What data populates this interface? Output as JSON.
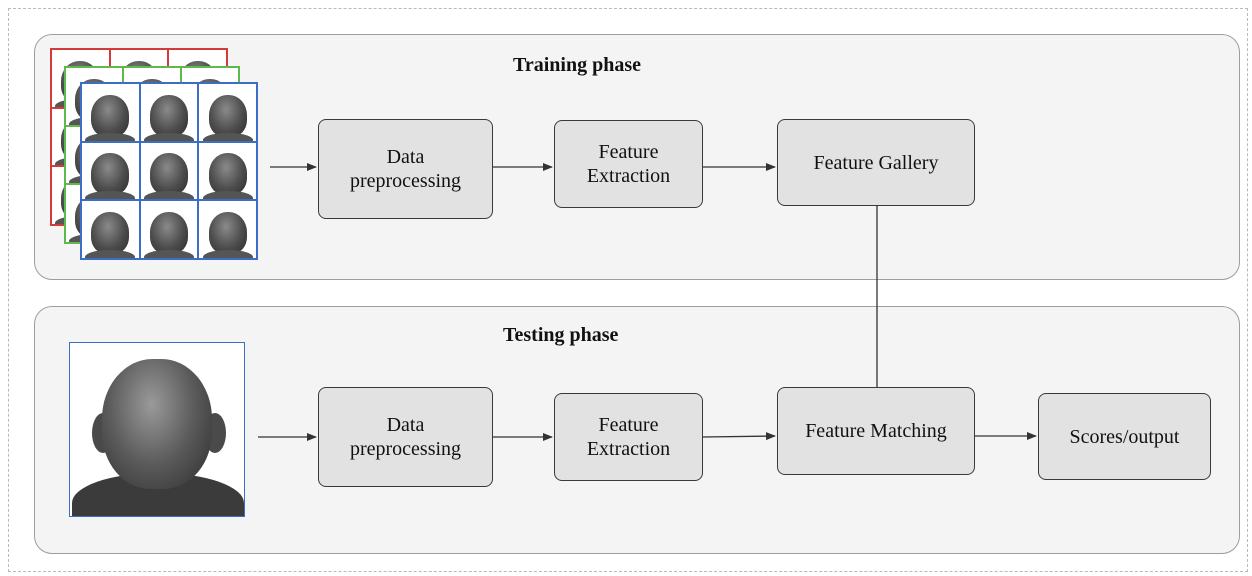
{
  "training": {
    "title": "Training phase",
    "nodes": {
      "preprocessing": "Data\npreprocessing",
      "extraction": "Feature\nExtraction",
      "gallery": "Feature Gallery"
    }
  },
  "testing": {
    "title": "Testing phase",
    "nodes": {
      "preprocessing": "Data\npreprocessing",
      "extraction": "Feature\nExtraction",
      "matching": "Feature Matching",
      "output": "Scores/output"
    }
  },
  "colors": {
    "grid_red": "#d43a3a",
    "grid_green": "#5fb84c",
    "grid_blue": "#3c6fc4",
    "node_fill": "#e2e2e2",
    "panel_fill": "#f4f4f4"
  },
  "images": {
    "training_set": "3d-face-scan-grid-stack",
    "probe": "3d-face-scan-probe"
  }
}
